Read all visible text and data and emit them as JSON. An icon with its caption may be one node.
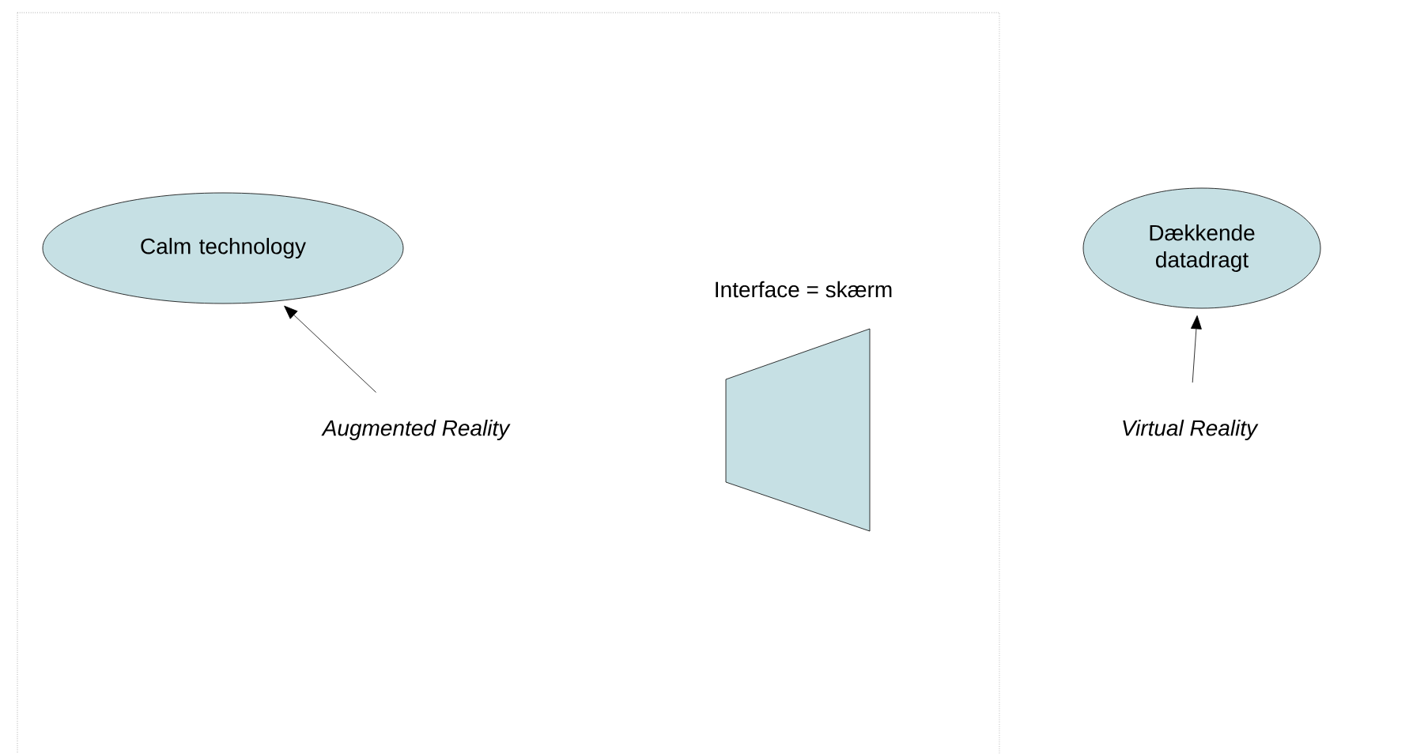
{
  "diagram": {
    "nodes": [
      {
        "text": [
          "Calm technology"
        ]
      },
      {
        "text": [
          "Dækkende datadragt"
        ]
      },
      {
        "text": [
          "Interface = skærm"
        ]
      },
      {
        "text": [
          "Augmented Reality"
        ]
      },
      {
        "text": [
          "Virtual Reality"
        ]
      }
    ],
    "edges": [
      {
        "from": 3,
        "to": 0,
        "arrow": "to"
      },
      {
        "from": 4,
        "to": 1,
        "arrow": "to"
      }
    ]
  }
}
